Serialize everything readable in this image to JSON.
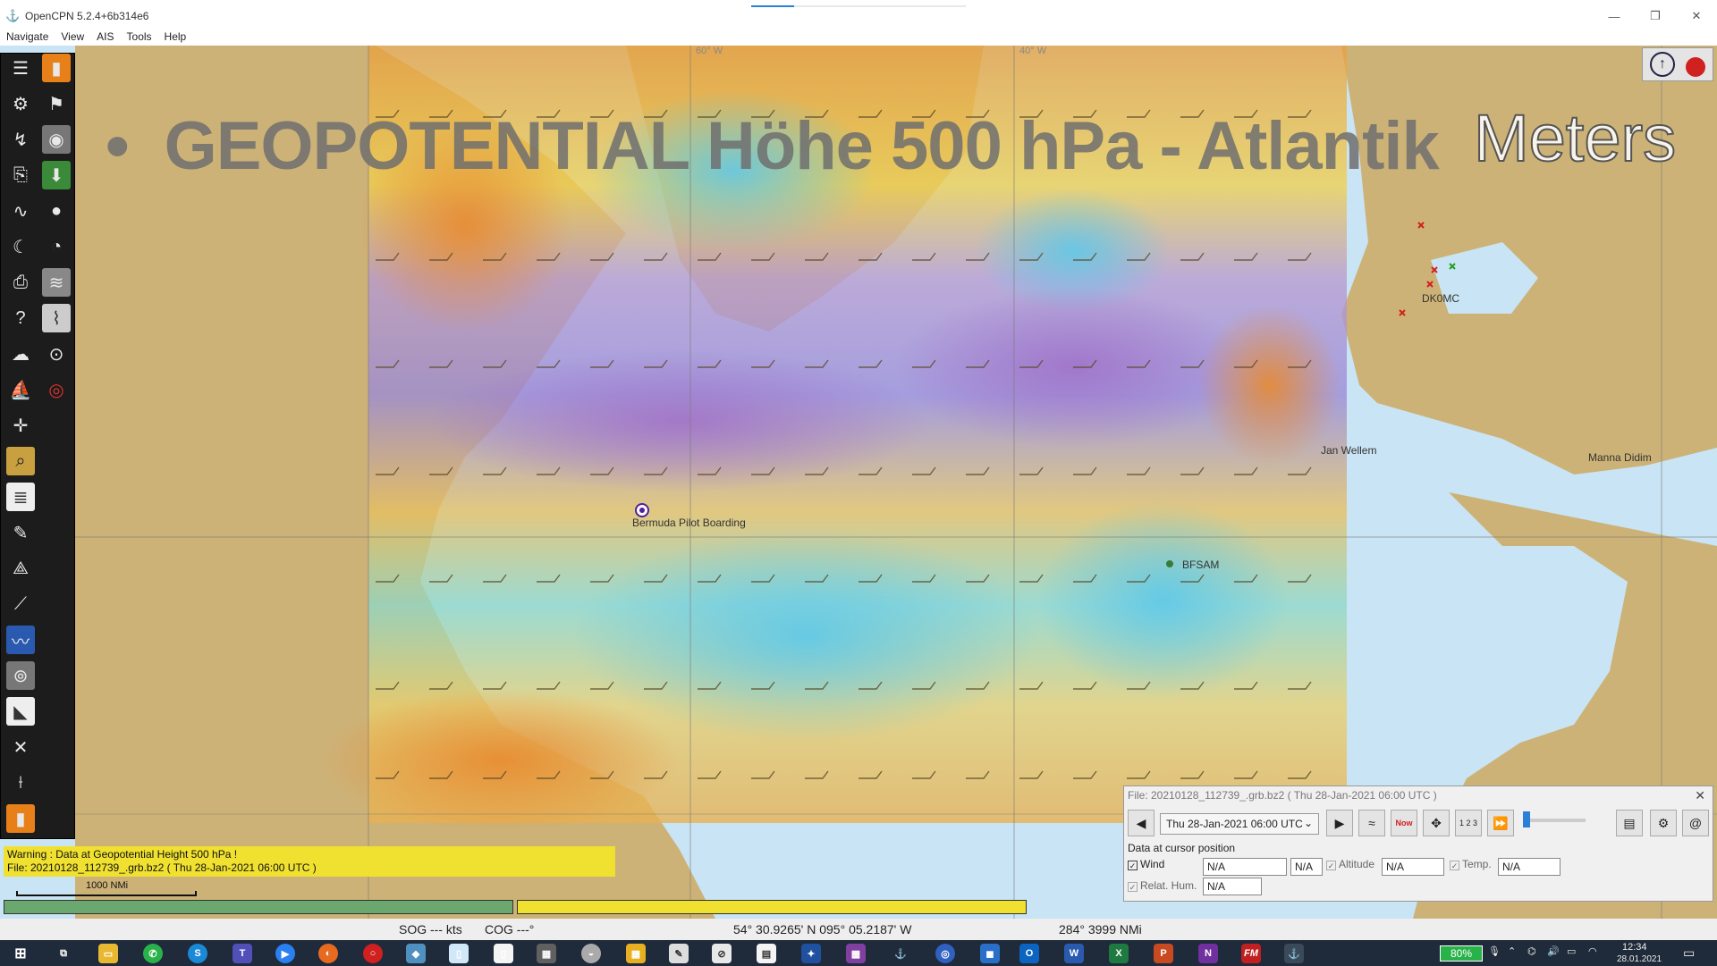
{
  "window": {
    "title": "OpenCPN 5.2.4+6b314e6",
    "app_icon": "opencpn-icon",
    "controls": [
      "minimize-icon",
      "restore-icon",
      "close-icon"
    ]
  },
  "menu": [
    "Navigate",
    "View",
    "AIS",
    "Tools",
    "Help"
  ],
  "overlay": {
    "bullet": "•",
    "title": "GEOPOTENTIAL Höhe 500 hPa - Atlantik",
    "units": "Meters"
  },
  "map_labels": {
    "bermuda": "Bermuda Pilot Boarding",
    "dk0mc": "DK0MC",
    "jan_wellem": "Jan Wellem",
    "manna": "Manna Didim",
    "bfsam": "BFSAM",
    "grid_60w": "60° W",
    "grid_40w": "40° W"
  },
  "warning": {
    "line1": "Warning : Data at Geopotential Height 500 hPa !",
    "line2": "File: 20210128_112739_.grb.bz2 ( Thu 28-Jan-2021 06:00  UTC )"
  },
  "scale": "1000 NMi",
  "status": {
    "sog": "SOG --- kts",
    "cog": "COG ---°",
    "position": "54° 30.9265' N   095° 05.2187' W",
    "range": "284°  3999 NMi"
  },
  "grib": {
    "header": "File: 20210128_112739_.grb.bz2 ( Thu 28-Jan-2021 06:00  UTC )",
    "time": "Thu 28-Jan-2021 06:00  UTC",
    "now_label": "Now",
    "nums_label": "1 2 3",
    "cursor_label": "Data at cursor position",
    "wind_label": "Wind",
    "wind_value": "N/A",
    "wind_dir": "N/A",
    "altitude_label": "Altitude",
    "altitude_value": "N/A",
    "temp_label": "Temp.",
    "temp_value": "N/A",
    "hum_label": "Relat. Hum.",
    "hum_value": "N/A"
  },
  "tray": {
    "battery": "80%",
    "time": "12:34",
    "date": "28.01.2021"
  },
  "taskbar_icons": [
    "start",
    "taskview",
    "explorer",
    "whatsapp",
    "skype",
    "teams",
    "zoom",
    "firefox",
    "opera",
    "app1",
    "app2",
    "files",
    "calc",
    "app3",
    "app4",
    "pen",
    "app5",
    "notes",
    "app6",
    "app7",
    "app8",
    "app9",
    "app10",
    "outlook",
    "word",
    "excel",
    "powerpoint",
    "onenote",
    "fm",
    "opencpn"
  ],
  "taskbar_icon_labels": {
    "skype": "S",
    "teams": "T",
    "word": "W",
    "excel": "X",
    "powerpoint": "P",
    "onenote": "N",
    "fm": "FM"
  }
}
